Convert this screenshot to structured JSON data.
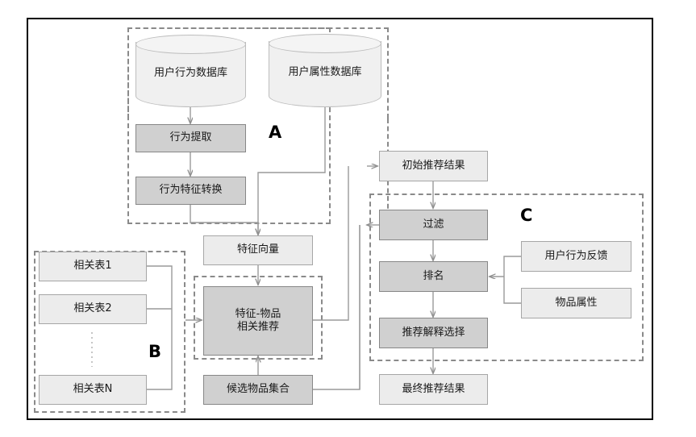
{
  "diagram": {
    "title": "recommendation-system-flowchart",
    "colors": {
      "frame_border": "#000000",
      "node_light_fill": "#ececec",
      "node_light_border": "#a6a6a6",
      "node_dark_fill": "#d0d0d0",
      "node_dark_border": "#878787",
      "cylinder_fill": "#f0f0f0",
      "cylinder_border": "#bdbdbd",
      "group_dashed_border": "#8a8a8a",
      "connector": "#909090",
      "background": "#ffffff"
    },
    "groups": [
      {
        "id": "A",
        "letter": "A"
      },
      {
        "id": "B",
        "letter": "B"
      },
      {
        "id": "C",
        "letter": "C"
      }
    ],
    "nodes": {
      "user_behavior_db": "用户行为数据库",
      "user_attribute_db": "用户属性数据库",
      "behavior_extraction": "行为提取",
      "behavior_feature_transform": "行为特征转换",
      "feature_vector": "特征向量",
      "relation_table_1": "相关表1",
      "relation_table_2": "相关表2",
      "relation_table_n": "相关表N",
      "feature_item_recommend_line1": "特征-物品",
      "feature_item_recommend_line2": "相关推荐",
      "candidate_item_set": "候选物品集合",
      "initial_recommend_result": "初始推荐结果",
      "filter": "过滤",
      "ranking": "排名",
      "explanation_selection": "推荐解释选择",
      "final_recommend_result": "最终推荐结果",
      "user_behavior_feedback": "用户行为反馈",
      "item_attribute": "物品属性",
      "ellipsis": "⋮"
    }
  }
}
